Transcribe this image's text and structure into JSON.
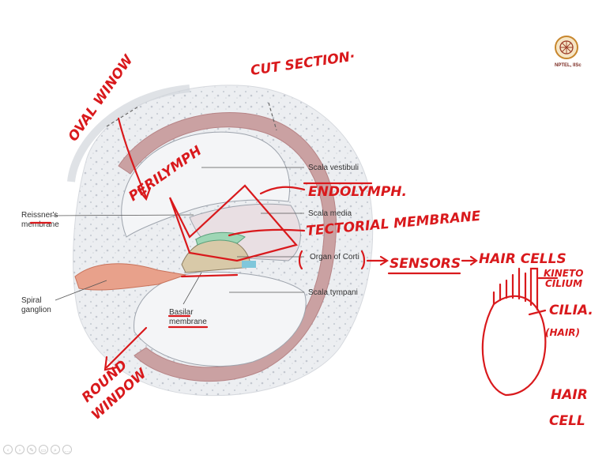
{
  "labels": {
    "scala_vestibuli": "Scala vestibuli",
    "reissners_membrane_line1": "Reissner's",
    "reissners_membrane_line2": "membrane",
    "scala_media": "Scala media",
    "organ_of_corti": "Organ of Corti",
    "spiral_ganglion_line1": "Spiral",
    "spiral_ganglion_line2": "ganglion",
    "scala_tympani": "Scala tympani",
    "basilar_membrane_line1": "Basilar",
    "basilar_membrane_line2": "membrane"
  },
  "annotations": {
    "cut_section": "CUT SECTION·",
    "oval_window": "OVAL WINOW",
    "perilymph": "PERILYMPH",
    "endolymph": "ENDOLYMPH.",
    "tectorial_membrane": "TECTORIAL MEMBRANE",
    "sensors": "SENSORS",
    "hair_cells": "HAIR CELLS",
    "kinetocilium_line1": "KINETO",
    "kinetocilium_line2": "CILIUM",
    "cilia": "CILIA.",
    "hair_paren": "(HAIR)",
    "round_window_line1": "ROUND",
    "round_window_line2": "WINDOW",
    "hair_cell_line1": "HAIR",
    "hair_cell_line2": "CELL"
  },
  "logo": {
    "text": "NPTEL, IISc"
  },
  "colors": {
    "ink_red": "#d9191c",
    "tissue_pink": "#c98a8a",
    "bone_grey": "#e9ebee",
    "label_text": "#333333"
  },
  "toolbar": {
    "icons": [
      "prev-icon",
      "next-icon",
      "pen-icon",
      "eraser-icon",
      "zoom-icon",
      "menu-icon"
    ]
  }
}
